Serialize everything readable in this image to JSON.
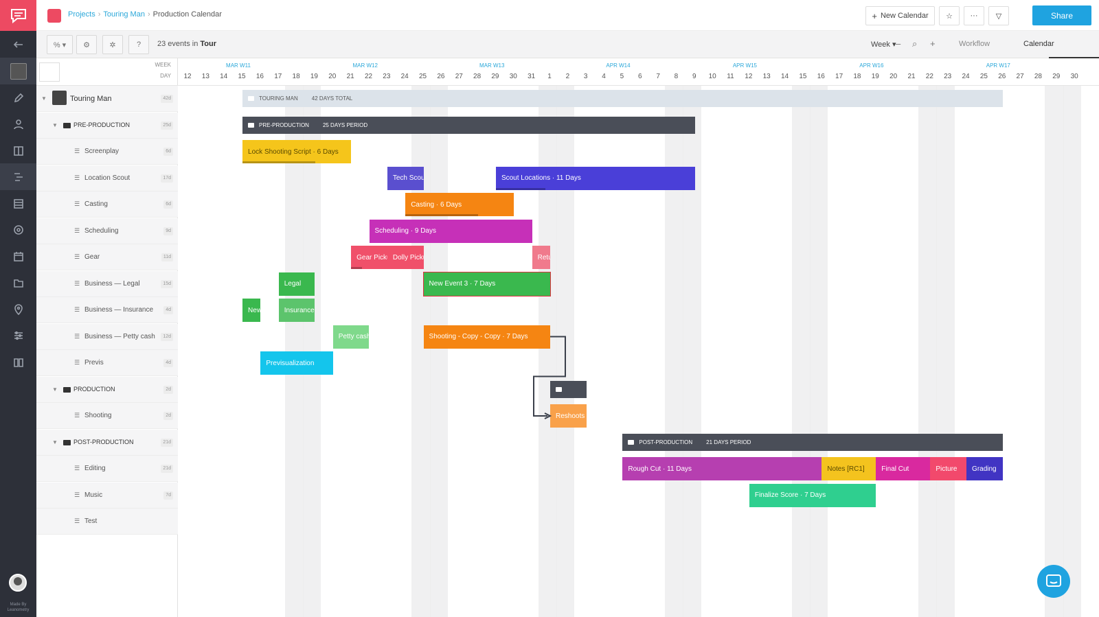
{
  "breadcrumb": {
    "projects": "Projects",
    "project": "Touring Man",
    "page": "Production Calendar"
  },
  "topbar": {
    "new_calendar": "New Calendar",
    "share": "Share"
  },
  "toolbar": {
    "events_count": "23 events in",
    "events_scope": "Tour",
    "scale": "Week",
    "view_workflow": "Workflow",
    "view_calendar": "Calendar"
  },
  "tree_header": {
    "week": "WEEK",
    "day": "DAY"
  },
  "tree": [
    {
      "label": "Touring Man",
      "count": "42d",
      "kind": "project"
    },
    {
      "label": "PRE-PRODUCTION",
      "count": "25d",
      "kind": "phase"
    },
    {
      "label": "Screenplay",
      "count": "6d",
      "kind": "item"
    },
    {
      "label": "Location Scout",
      "count": "17d",
      "kind": "item"
    },
    {
      "label": "Casting",
      "count": "6d",
      "kind": "item"
    },
    {
      "label": "Scheduling",
      "count": "9d",
      "kind": "item"
    },
    {
      "label": "Gear",
      "count": "11d",
      "kind": "item"
    },
    {
      "label": "Business — Legal",
      "count": "15d",
      "kind": "item"
    },
    {
      "label": "Business — Insurance",
      "count": "4d",
      "kind": "item"
    },
    {
      "label": "Business — Petty cash",
      "count": "12d",
      "kind": "item"
    },
    {
      "label": "Previs",
      "count": "4d",
      "kind": "item"
    },
    {
      "label": "PRODUCTION",
      "count": "2d",
      "kind": "phase"
    },
    {
      "label": "Shooting",
      "count": "2d",
      "kind": "item"
    },
    {
      "label": "POST-PRODUCTION",
      "count": "21d",
      "kind": "phase"
    },
    {
      "label": "Editing",
      "count": "21d",
      "kind": "item"
    },
    {
      "label": "Music",
      "count": "7d",
      "kind": "item"
    },
    {
      "label": "Test",
      "count": "",
      "kind": "item"
    }
  ],
  "weeks": [
    "MAR  W11",
    "MAR  W12",
    "MAR  W13",
    "APR  W14",
    "APR  W15",
    "APR  W16",
    "APR  W17"
  ],
  "days": [
    "12",
    "13",
    "14",
    "15",
    "16",
    "17",
    "18",
    "19",
    "20",
    "21",
    "22",
    "23",
    "24",
    "25",
    "26",
    "27",
    "28",
    "29",
    "30",
    "31",
    "1",
    "2",
    "3",
    "4",
    "5",
    "6",
    "7",
    "8",
    "9",
    "10",
    "11",
    "12",
    "13",
    "14",
    "15",
    "16",
    "17",
    "18",
    "19",
    "20",
    "21",
    "22",
    "23",
    "24",
    "25",
    "26",
    "27",
    "28",
    "29",
    "30"
  ],
  "groups": {
    "project": {
      "name": "TOURING MAN",
      "meta": "42 DAYS TOTAL"
    },
    "pre": {
      "name": "PRE-PRODUCTION",
      "meta": "25 DAYS PERIOD"
    },
    "post": {
      "name": "POST-PRODUCTION",
      "meta": "21 DAYS PERIOD"
    }
  },
  "events": {
    "lock_script": "Lock Shooting Script · 6 Days",
    "tech_scout": "Tech Scout",
    "scout_locations": "Scout Locations · 11 Days",
    "casting": "Casting · 6 Days",
    "scheduling": "Scheduling · 9 Days",
    "gear_pickup": "Gear Picku",
    "dolly_pickup": "Dolly Picku",
    "return": "Retu",
    "legal": "Legal",
    "new_event_3": "New Event 3 · 7 Days",
    "new": "New",
    "insurance": "Insurance",
    "petty_cash": "Petty cash",
    "shooting_copy": "Shooting - Copy - Copy · 7 Days",
    "previsualization": "Previsualization",
    "reshoots": "Reshoots",
    "rough_cut": "Rough Cut · 11 Days",
    "notes": "Notes [RC1]",
    "final_cut": "Final Cut",
    "picture": "Picture",
    "grading": "Grading",
    "finalize_score": "Finalize Score · 7 Days"
  },
  "colors": {
    "yellow": "#f5c51b",
    "purple_dark": "#4a3fd8",
    "purple": "#5a4fcf",
    "orange": "#f58512",
    "magenta": "#c630b8",
    "red": "#f0506a",
    "pink": "#f07a8c",
    "green": "#3ab84e",
    "green_light": "#5cc46c",
    "mint": "#7fd98b",
    "cyan": "#14c5ec",
    "peach": "#f9a14a",
    "violet": "#b63fb0",
    "gold": "#f4c31e",
    "fuchsia": "#d9299f",
    "rose": "#f2496c",
    "indigo": "#4134c3",
    "teal": "#2fcf8f",
    "slate": "#4a4e58",
    "header_blue": "#dce3ea"
  },
  "user": {
    "made_by": "Made By Leanometry"
  }
}
